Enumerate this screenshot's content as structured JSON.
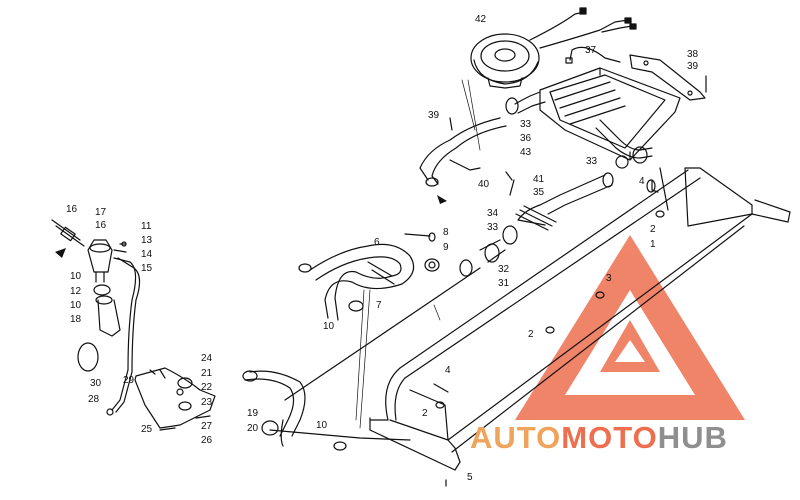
{
  "diagram": {
    "part_numbers": [
      {
        "id": "p42",
        "label": "42"
      },
      {
        "id": "p37",
        "label": "37"
      },
      {
        "id": "p38",
        "label": "38"
      },
      {
        "id": "p39a",
        "label": "39"
      },
      {
        "id": "p39b",
        "label": "39"
      },
      {
        "id": "p33a",
        "label": "33"
      },
      {
        "id": "p36",
        "label": "36"
      },
      {
        "id": "p43",
        "label": "43"
      },
      {
        "id": "p33b",
        "label": "33"
      },
      {
        "id": "p41",
        "label": "41"
      },
      {
        "id": "p40",
        "label": "40"
      },
      {
        "id": "p35",
        "label": "35"
      },
      {
        "id": "p4a",
        "label": "4"
      },
      {
        "id": "p2a",
        "label": "2"
      },
      {
        "id": "p1",
        "label": "1"
      },
      {
        "id": "p34",
        "label": "34"
      },
      {
        "id": "p33c",
        "label": "33"
      },
      {
        "id": "p8",
        "label": "8"
      },
      {
        "id": "p9",
        "label": "9"
      },
      {
        "id": "p6",
        "label": "6"
      },
      {
        "id": "p32",
        "label": "32"
      },
      {
        "id": "p31",
        "label": "31"
      },
      {
        "id": "p7",
        "label": "7"
      },
      {
        "id": "p10a",
        "label": "10"
      },
      {
        "id": "p3",
        "label": "3"
      },
      {
        "id": "p2b",
        "label": "2"
      },
      {
        "id": "p16a",
        "label": "16"
      },
      {
        "id": "p17",
        "label": "17"
      },
      {
        "id": "p16b",
        "label": "16"
      },
      {
        "id": "p11",
        "label": "11"
      },
      {
        "id": "p13",
        "label": "13"
      },
      {
        "id": "p14",
        "label": "14"
      },
      {
        "id": "p15",
        "label": "15"
      },
      {
        "id": "p10b",
        "label": "10"
      },
      {
        "id": "p12",
        "label": "12"
      },
      {
        "id": "p10c",
        "label": "10"
      },
      {
        "id": "p18",
        "label": "18"
      },
      {
        "id": "p30",
        "label": "30"
      },
      {
        "id": "p24",
        "label": "24"
      },
      {
        "id": "p21",
        "label": "21"
      },
      {
        "id": "p29",
        "label": "29"
      },
      {
        "id": "p22",
        "label": "22"
      },
      {
        "id": "p28",
        "label": "28"
      },
      {
        "id": "p23",
        "label": "23"
      },
      {
        "id": "p27",
        "label": "27"
      },
      {
        "id": "p25",
        "label": "25"
      },
      {
        "id": "p26",
        "label": "26"
      },
      {
        "id": "p19",
        "label": "19"
      },
      {
        "id": "p20",
        "label": "20"
      },
      {
        "id": "p10d",
        "label": "10"
      },
      {
        "id": "p4b",
        "label": "4"
      },
      {
        "id": "p2c",
        "label": "2"
      },
      {
        "id": "p5",
        "label": "5"
      }
    ]
  },
  "watermark": {
    "word_auto": "AUTO",
    "word_moto": "MOTO",
    "word_hub": "HUB",
    "colors": {
      "auto": "#f0a35a",
      "moto": "#ee6f4f",
      "hub": "#8f8f8f",
      "triangle": "#ee6f4f"
    }
  }
}
